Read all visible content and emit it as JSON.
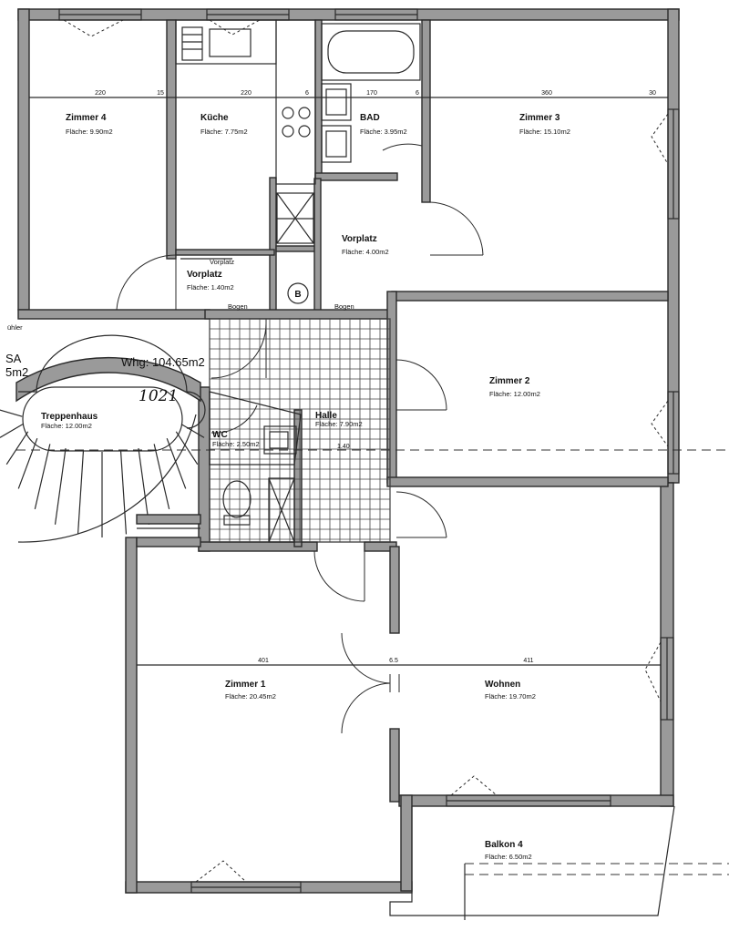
{
  "apartment": {
    "total_label": "Whg: 104.65m2",
    "handwritten_number": "1021"
  },
  "rooms": {
    "zimmer4": {
      "name": "Zimmer 4",
      "area": "Fläche:  9.90m2"
    },
    "kueche": {
      "name": "Küche",
      "area": "Fläche:  7.75m2"
    },
    "bad": {
      "name": "BAD",
      "area": "Fläche:  3.95m2"
    },
    "zimmer3": {
      "name": "Zimmer 3",
      "area": "Fläche:  15.10m2"
    },
    "vorplatz_small": {
      "name": "Vorplatz",
      "area": "Fläche:  1.40m2",
      "arrow_label": "Vorplatz"
    },
    "vorplatz": {
      "name": "Vorplatz",
      "area": "Fläche:  4.00m2"
    },
    "zimmer2": {
      "name": "Zimmer 2",
      "area": "Fläche:  12.00m2"
    },
    "treppenhaus": {
      "name": "Treppenhaus",
      "area": "Fläche:  12.00m2"
    },
    "halle": {
      "name": "Halle",
      "area": "Fläche:  7.90m2"
    },
    "wc": {
      "name": "WC",
      "area": "Fläche:  2.50m2"
    },
    "zimmer1": {
      "name": "Zimmer 1",
      "area": "Fläche:  20.45m2"
    },
    "wohnen": {
      "name": "Wohnen",
      "area": "Fläche:  19.70m2"
    },
    "balkon4": {
      "name": "Balkon 4",
      "area": "Fläche:  6.50m2"
    }
  },
  "labels": {
    "bogen_left": "Bogen",
    "bogen_right": "Bogen",
    "boiler": "B",
    "cut_left_1": "ühler",
    "cut_left_2": "SA",
    "cut_left_3": "5m2",
    "halle_dim": "1.40"
  },
  "dimensions": {
    "top": [
      "220",
      "15",
      "220",
      "6",
      "170",
      "6",
      "360",
      "30"
    ],
    "bottom": [
      "401",
      "6.5",
      "411"
    ]
  }
}
